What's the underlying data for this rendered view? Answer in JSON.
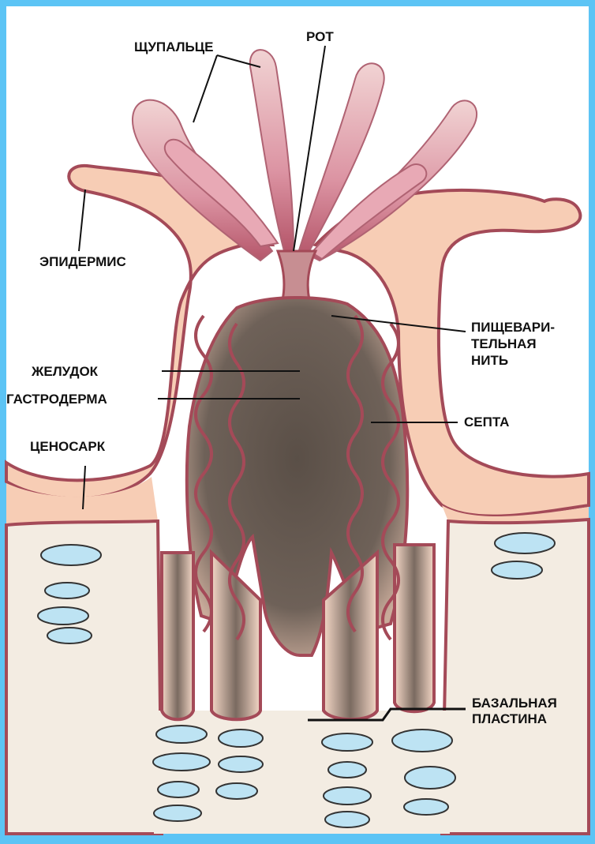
{
  "colors": {
    "frame": "#5cc4f5",
    "background": "#f3ece2",
    "tissue": "#f7cdb5",
    "membrane": "#a44a58",
    "tentacle": "#d98d9a",
    "stomach_dark": "#5c514a",
    "skeleton_pieces": "#bde3f3"
  },
  "labels": {
    "tentacle": "ЩУПАЛЬЦЕ",
    "mouth": "РОТ",
    "epidermis": "ЭПИДЕРМИС",
    "digestive_line1": "ПИЩЕВАРИ-",
    "digestive_line2": "ТЕЛЬНАЯ",
    "digestive_line3": "НИТЬ",
    "stomach": "ЖЕЛУДОК",
    "gastrodermis": "ГАСТРОДЕРМА",
    "septum": "СЕПТА",
    "coenosarc": "ЦЕНОСАРК",
    "basal_line1": "БАЗАЛЬНАЯ",
    "basal_line2": "ПЛАСТИНА"
  }
}
